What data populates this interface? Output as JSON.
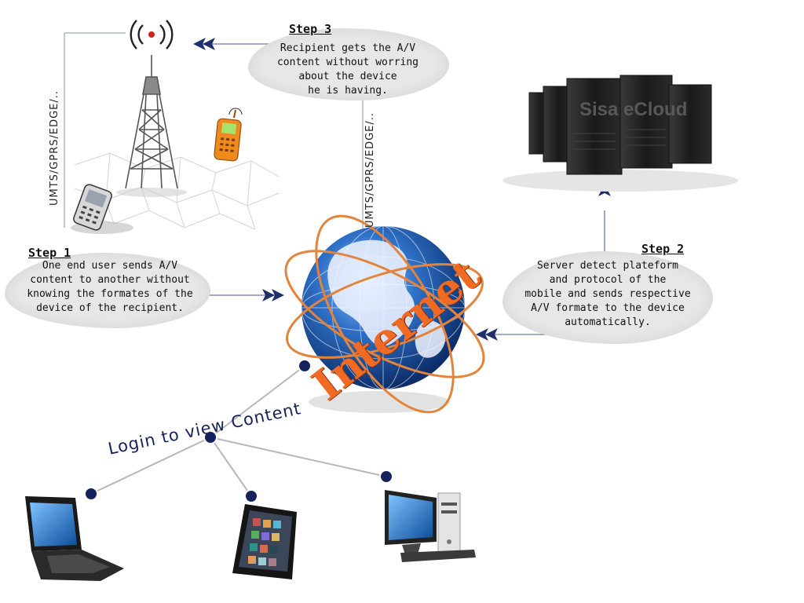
{
  "step1": {
    "title": "Step 1",
    "text": "One end user sends A/V\ncontent to another without\nknowing the formates of the\ndevice of the recipient."
  },
  "step2": {
    "title": "Step 2",
    "text": "Server detect plateform\nand protocol of the\nmobile and sends respective\nA/V formate to the device\nautomatically."
  },
  "step3": {
    "title": "Step 3",
    "text": "Recipient gets the A/V\ncontent without worring\nabout the device\nhe is having."
  },
  "network_label_left": "UMTS/GPRS/EDGE/..",
  "network_label_center": "UMTS/GPRS/EDGE/..",
  "internet_label": "Internet",
  "server_brand": "Sisa eCloud",
  "login_label": "Login to view Content",
  "colors": {
    "arrow": "#1f2f6e",
    "node": "#14235e",
    "connector": "#b0b0b0",
    "internet_text": "#f06a24",
    "orbit": "#e3833c",
    "globe": "#2a64b8",
    "bubble": "#e7e7e7"
  },
  "icons": [
    "antenna-signal-icon",
    "tower-icon",
    "mobile-phone-icon",
    "server-rack-icon",
    "globe-icon",
    "laptop-icon",
    "tablet-icon",
    "desktop-computer-icon"
  ]
}
